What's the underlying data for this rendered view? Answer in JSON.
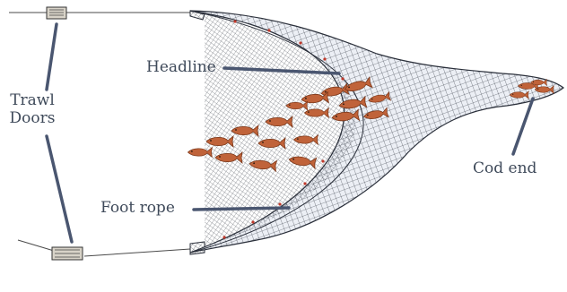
{
  "labels": {
    "trawl_line1": "Trawl",
    "trawl_line2": "Doors",
    "headline": "Headline",
    "foot_rope": "Foot rope",
    "cod_end": "Cod end"
  },
  "colors": {
    "net_line": "#2a2f3a",
    "leader_line": "#4a5670",
    "fish_body": "#c0633a",
    "fish_dark": "#7a3618",
    "float": "#c0392b",
    "net_fill": "#eceff5"
  }
}
